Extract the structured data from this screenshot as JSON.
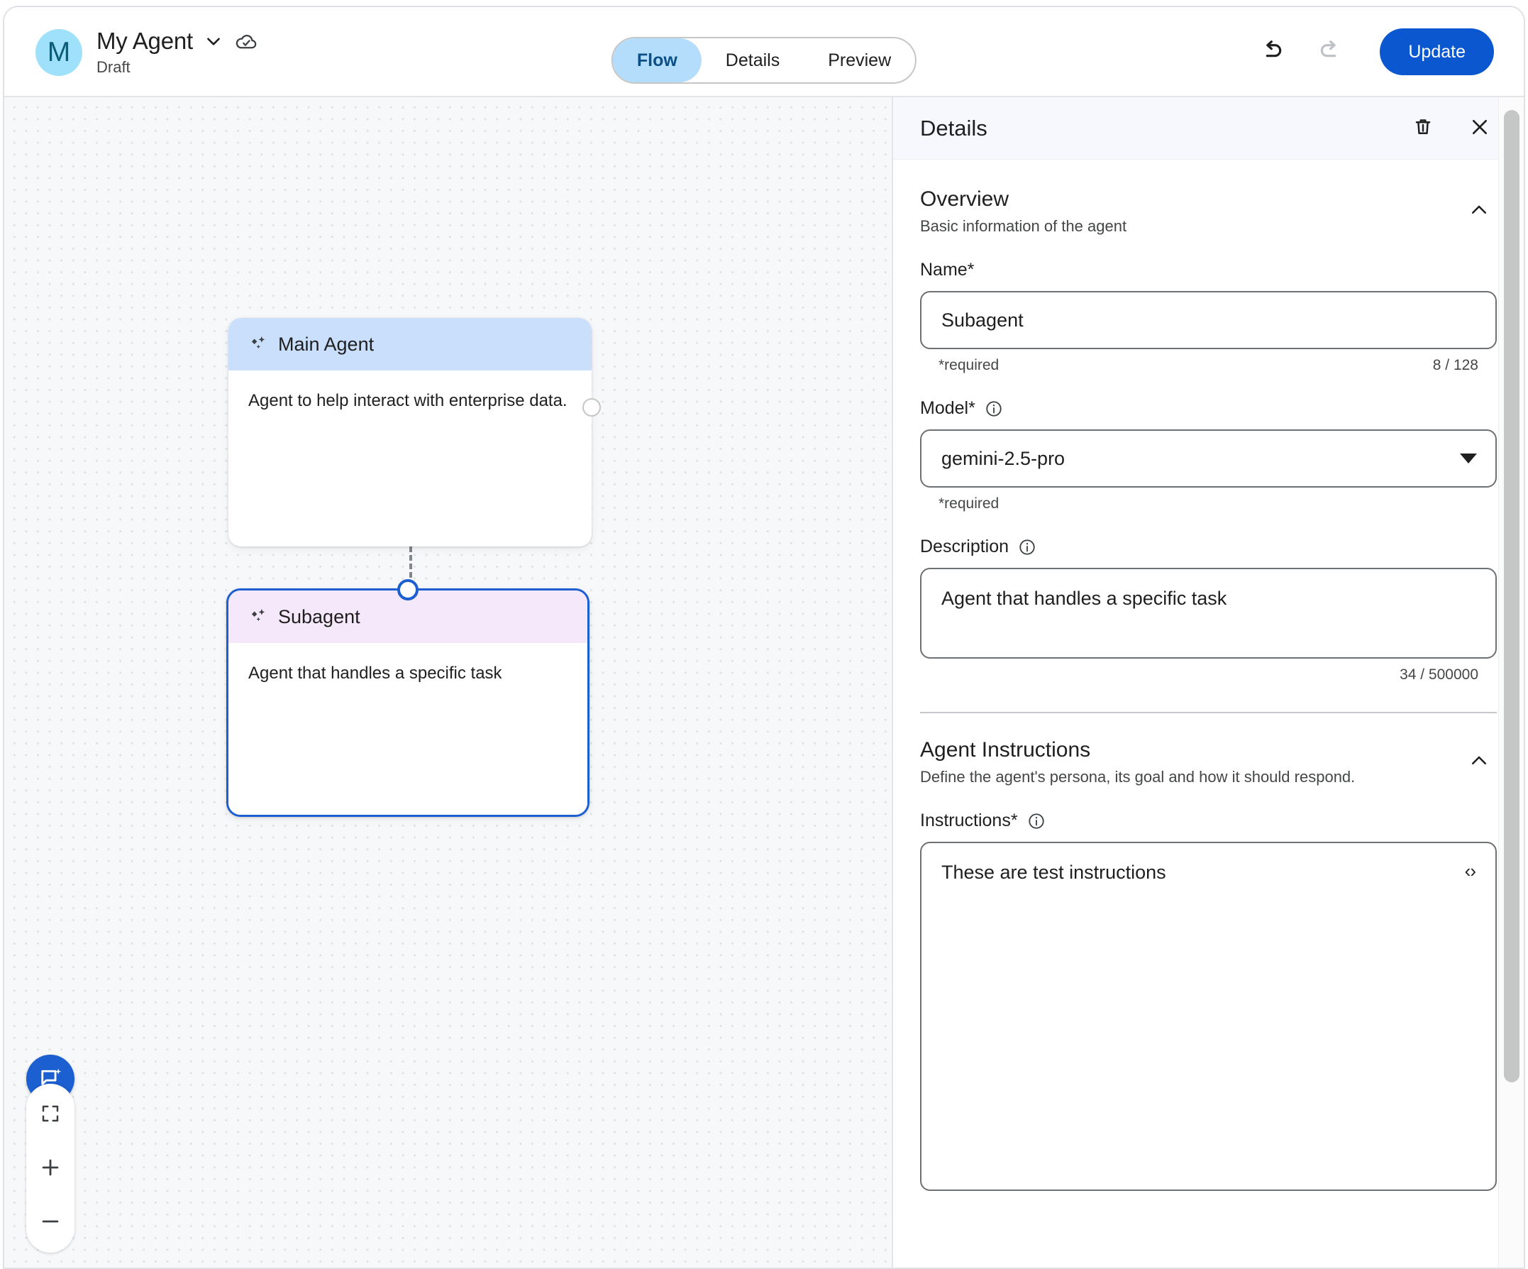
{
  "header": {
    "avatar_initial": "M",
    "agent_title": "My Agent",
    "status": "Draft",
    "chevron_icon": "chevron-down-icon",
    "save_state_icon": "cloud-done-icon",
    "tabs": [
      {
        "label": "Flow",
        "active": true
      },
      {
        "label": "Details",
        "active": false
      },
      {
        "label": "Preview",
        "active": false
      }
    ],
    "undo_icon": "undo-icon",
    "redo_icon": "redo-icon",
    "update_label": "Update"
  },
  "canvas": {
    "nodes": [
      {
        "title": "Main Agent",
        "description": "Agent to help interact with enterprise data.",
        "icon": "sparkle-ai-icon",
        "header_color": "#c9dffc",
        "selected": false
      },
      {
        "title": "Subagent",
        "description": "Agent that handles a specific task",
        "icon": "sparkle-ai-icon",
        "header_color": "#f5e8fb",
        "selected": true
      }
    ],
    "controls": {
      "assist_icon": "chat-sparkle-icon",
      "fit_icon": "fit-to-screen-icon",
      "zoom_in_icon": "plus-icon",
      "zoom_out_icon": "minus-icon"
    }
  },
  "details": {
    "panel_title": "Details",
    "delete_icon": "trash-icon",
    "close_icon": "close-icon",
    "overview": {
      "title": "Overview",
      "subtitle": "Basic information of the agent",
      "collapse_icon": "chevron-up-icon",
      "name": {
        "label": "Name*",
        "value": "Subagent",
        "placeholder": "Name",
        "required_note": "*required",
        "counter": "8 / 128"
      },
      "model": {
        "label": "Model*",
        "info_icon": "info-icon",
        "value": "gemini-2.5-pro",
        "required_note": "*required",
        "dropdown_icon": "dropdown-arrow-icon"
      },
      "description": {
        "label": "Description",
        "info_icon": "info-icon",
        "value": "Agent that handles a specific task",
        "placeholder": "Description",
        "counter": "34 / 500000"
      }
    },
    "instructions_section": {
      "title": "Agent Instructions",
      "subtitle": "Define the agent's persona, its goal and how it should respond.",
      "collapse_icon": "chevron-up-icon",
      "instructions": {
        "label": "Instructions*",
        "info_icon": "info-icon",
        "value": "These are test instructions",
        "placeholder": "Instructions",
        "code_toggle_icon": "code-brackets-icon",
        "code_toggle_label": "‹›"
      }
    }
  },
  "colors": {
    "accent_blue": "#0b57d0",
    "node_selected_border": "#1b5fd0",
    "tab_active_bg": "#b3ddfb",
    "avatar_bg": "#9fe1fb",
    "canvas_bg": "#f7f8fa"
  }
}
